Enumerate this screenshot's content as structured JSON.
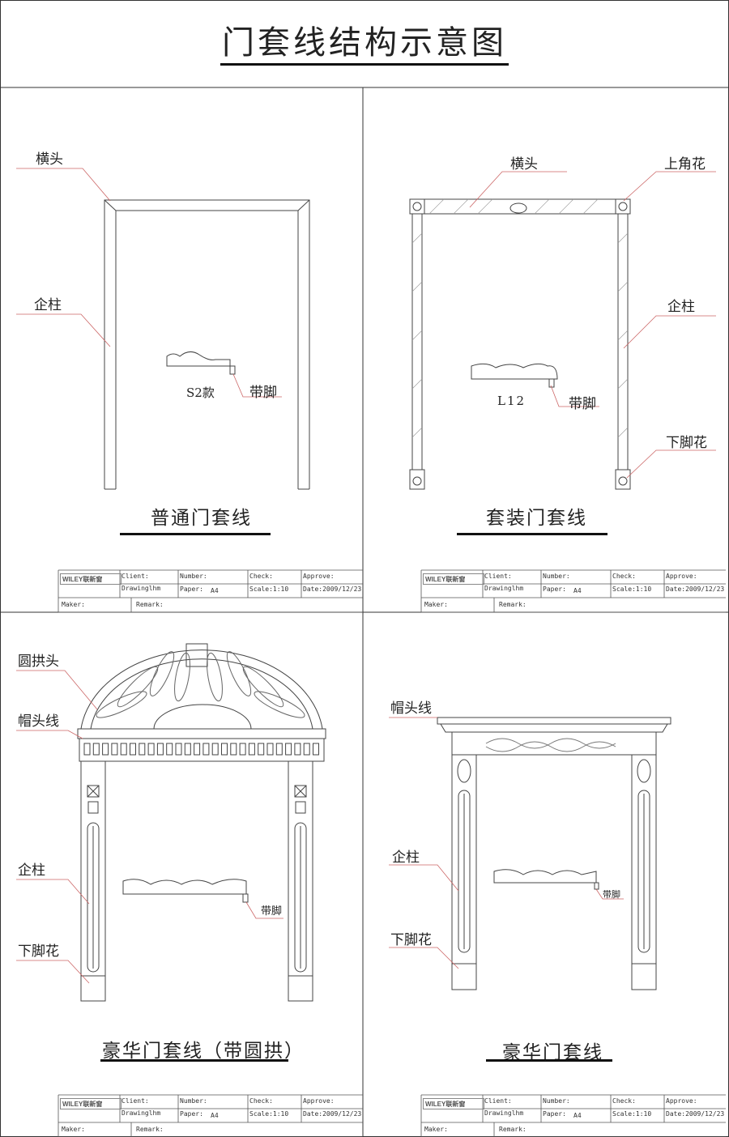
{
  "title": "门套线结构示意图",
  "panels": [
    {
      "caption": "普通门套线",
      "labels": {
        "crosshead": "横头",
        "post": "企柱",
        "foot": "带脚",
        "model": "S2款"
      }
    },
    {
      "caption": "套装门套线",
      "labels": {
        "crosshead": "横头",
        "corner": "上角花",
        "post": "企柱",
        "foot": "带脚",
        "bottom": "下脚花",
        "model": "L12"
      }
    },
    {
      "caption": "豪华门套线（带圆拱）",
      "labels": {
        "arch": "圆拱头",
        "cap": "帽头线",
        "post": "企柱",
        "foot": "带脚",
        "bottom": "下脚花"
      }
    },
    {
      "caption": "豪华门套线",
      "labels": {
        "cap": "帽头线",
        "post": "企柱",
        "foot": "带脚",
        "bottom": "下脚花"
      }
    }
  ],
  "titleblock": {
    "logo": "WILEY联新窗",
    "client": "Client:",
    "drawing": "Drawinglhm",
    "number": "Number:",
    "paper": "Paper:",
    "paper_val": "A4",
    "check": "Check:",
    "scale": "Scale:1:10",
    "approve": "Approve:",
    "date": "Date:2009/12/23",
    "maker": "Maker:",
    "remark": "Remark:"
  }
}
